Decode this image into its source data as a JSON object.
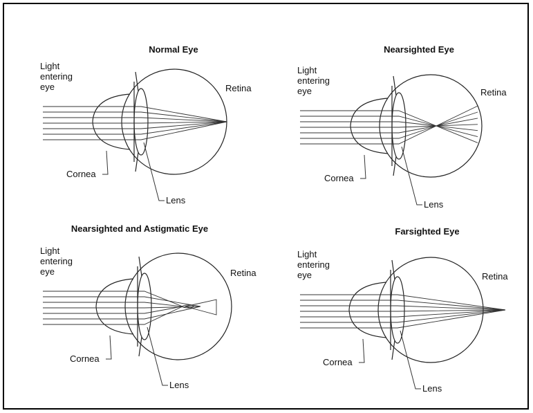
{
  "panels": [
    {
      "title": "Normal Eye",
      "light_label": [
        "Light",
        "entering",
        "eye"
      ],
      "retina_label": "Retina",
      "cornea_label": "Cornea",
      "lens_label": "Lens"
    },
    {
      "title": "Nearsighted Eye",
      "light_label": [
        "Light",
        "entering",
        "eye"
      ],
      "retina_label": "Retina",
      "cornea_label": "Cornea",
      "lens_label": "Lens"
    },
    {
      "title": "Nearsighted and Astigmatic Eye",
      "light_label": [
        "Light",
        "entering",
        "eye"
      ],
      "retina_label": "Retina",
      "cornea_label": "Cornea",
      "lens_label": "Lens"
    },
    {
      "title": "Farsighted Eye",
      "light_label": [
        "Light",
        "entering",
        "eye"
      ],
      "retina_label": "Retina",
      "cornea_label": "Cornea",
      "lens_label": "Lens"
    }
  ],
  "focus_types": [
    "on-retina",
    "before-retina",
    "astigmatic-before-retina",
    "behind-retina"
  ]
}
